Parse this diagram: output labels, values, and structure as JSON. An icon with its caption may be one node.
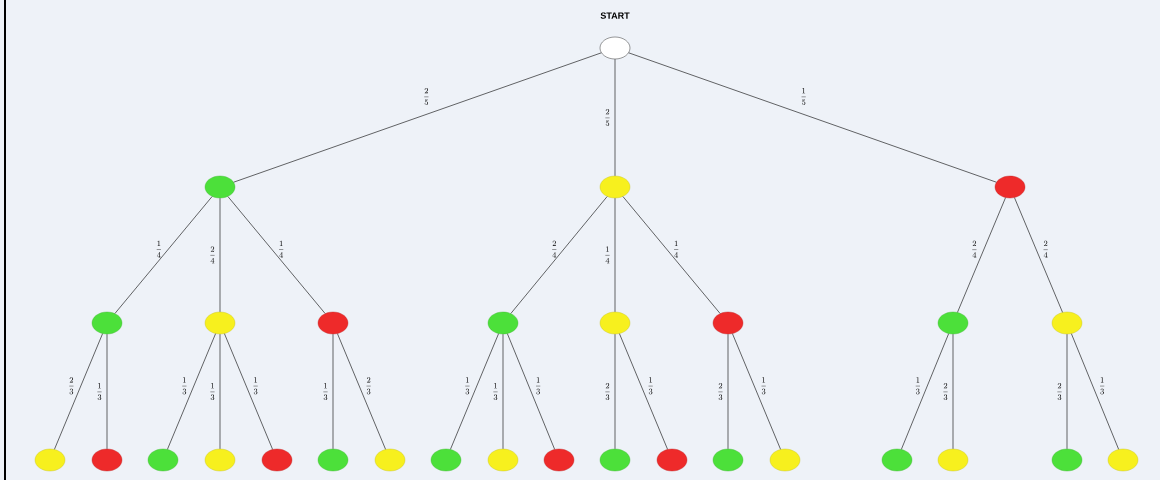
{
  "diagram": {
    "nodes": [
      {
        "text": [
          "START"
        ]
      },
      {
        "text": [],
        "shape": "circle"
      },
      {
        "text": [],
        "shape": "circle"
      },
      {
        "text": [],
        "shape": "circle"
      },
      {
        "text": [],
        "shape": "circle"
      },
      {
        "text": [],
        "shape": "circle"
      },
      {
        "text": [],
        "shape": "circle"
      },
      {
        "text": [],
        "shape": "circle"
      },
      {
        "text": [],
        "shape": "circle"
      },
      {
        "text": [],
        "shape": "circle"
      },
      {
        "text": [],
        "shape": "circle"
      },
      {
        "text": [],
        "shape": "circle"
      },
      {
        "text": [],
        "shape": "circle"
      },
      {
        "text": [],
        "shape": "circle"
      },
      {
        "text": [],
        "shape": "circle"
      },
      {
        "text": [],
        "shape": "circle"
      },
      {
        "text": [],
        "shape": "circle"
      },
      {
        "text": [],
        "shape": "circle"
      },
      {
        "text": [],
        "shape": "circle"
      },
      {
        "text": [],
        "shape": "circle"
      },
      {
        "text": [],
        "shape": "circle"
      },
      {
        "text": [],
        "shape": "circle"
      },
      {
        "text": [],
        "shape": "circle"
      },
      {
        "text": [],
        "shape": "circle"
      },
      {
        "text": [],
        "shape": "circle"
      },
      {
        "text": [],
        "shape": "circle"
      },
      {
        "text": [],
        "shape": "circle"
      },
      {
        "text": [],
        "shape": "circle"
      },
      {
        "text": [],
        "shape": "circle"
      },
      {
        "text": [],
        "shape": "circle"
      }
    ],
    "edges": [
      {
        "from": 0,
        "to": 1,
        "arrow": "none",
        "label": "\\frac{2}{5}"
      },
      {
        "from": 0,
        "to": 2,
        "arrow": "none",
        "label": "\\frac{2}{5}"
      },
      {
        "from": 0,
        "to": 3,
        "arrow": "none",
        "label": "\\frac{1}{5}"
      },
      {
        "from": 1,
        "to": 4,
        "arrow": "none",
        "label": "\\frac{1}{4}"
      },
      {
        "from": 1,
        "to": 5,
        "arrow": "none",
        "label": "\\frac{2}{4}"
      },
      {
        "from": 1,
        "to": 6,
        "arrow": "none",
        "label": "\\frac{1}{4}"
      },
      {
        "from": 2,
        "to": 7,
        "arrow": "none",
        "label": "\\frac{2}{4}"
      },
      {
        "from": 2,
        "to": 8,
        "arrow": "none",
        "label": "\\frac{1}{4}"
      },
      {
        "from": 2,
        "to": 9,
        "arrow": "none",
        "label": "\\frac{1}{4}"
      },
      {
        "from": 3,
        "to": 10,
        "arrow": "none",
        "label": "\\frac{2}{4}"
      },
      {
        "from": 3,
        "to": 11,
        "arrow": "none",
        "label": "\\frac{2}{4}"
      },
      {
        "from": 4,
        "to": 12,
        "arrow": "none",
        "label": "\\frac{2}{3}"
      },
      {
        "from": 4,
        "to": 13,
        "arrow": "none",
        "label": "\\frac{1}{3}"
      },
      {
        "from": 5,
        "to": 14,
        "arrow": "none",
        "label": "\\frac{1}{3}"
      },
      {
        "from": 5,
        "to": 15,
        "arrow": "none",
        "label": "\\frac{1}{3}"
      },
      {
        "from": 5,
        "to": 16,
        "arrow": "none",
        "label": "\\frac{1}{3}"
      },
      {
        "from": 6,
        "to": 17,
        "arrow": "none",
        "label": "\\frac{1}{3}"
      },
      {
        "from": 6,
        "to": 18,
        "arrow": "none",
        "label": "\\frac{2}{3}"
      },
      {
        "from": 7,
        "to": 19,
        "arrow": "none",
        "label": "\\frac{1}{3}"
      },
      {
        "from": 7,
        "to": 20,
        "arrow": "none",
        "label": "\\frac{1}{3}"
      },
      {
        "from": 7,
        "to": 21,
        "arrow": "none",
        "label": "\\frac{1}{3}"
      },
      {
        "from": 8,
        "to": 22,
        "arrow": "none",
        "label": "\\frac{2}{3}"
      },
      {
        "from": 8,
        "to": 23,
        "arrow": "none",
        "label": "\\frac{1}{3}"
      },
      {
        "from": 9,
        "to": 24,
        "arrow": "none",
        "label": "\\frac{2}{3}"
      },
      {
        "from": 9,
        "to": 25,
        "arrow": "none",
        "label": "\\frac{1}{3}"
      },
      {
        "from": 10,
        "to": 26,
        "arrow": "none",
        "label": "\\frac{1}{3}"
      },
      {
        "from": 10,
        "to": 27,
        "arrow": "none",
        "label": "\\frac{2}{3}"
      },
      {
        "from": 11,
        "to": 28,
        "arrow": "none",
        "label": "\\frac{2}{3}"
      },
      {
        "from": 11,
        "to": 29,
        "arrow": "none",
        "label": "\\frac{1}{3}"
      }
    ]
  }
}
